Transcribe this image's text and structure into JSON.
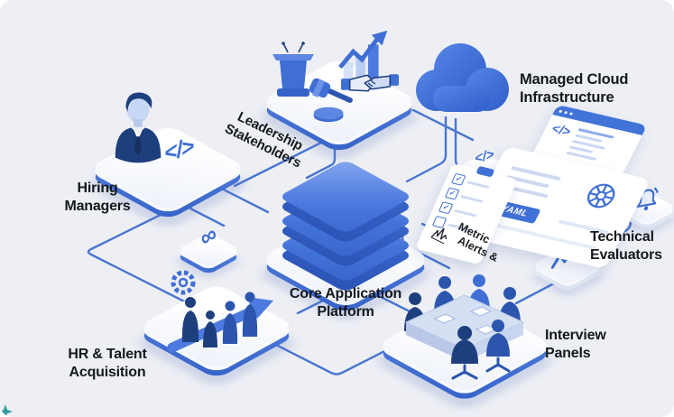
{
  "canvas": {
    "background": "#edeff4"
  },
  "colors": {
    "accent": "#3f6fd4",
    "accent_dark": "#2b54b6",
    "accent_light": "#c9d7f1",
    "navy": "#1e3f7e",
    "connector_line": "#4a76d2",
    "text": "#15181c",
    "sparkle": "#2f9f9f"
  },
  "labels": {
    "hiring": "Hiring Managers",
    "leadership": "Leadership Stakeholders",
    "cloud": "Managed Cloud Infrastructure",
    "core": "Core Application Platform",
    "hr": "HR & Talent Acquisition",
    "interview": "Interview Panels",
    "technical": "Technical Evaluators",
    "metric_line1": "Metric",
    "metric_line2": "Alerts &",
    "yaml_badge": "YAML"
  },
  "glyphs": {
    "code": "</>",
    "infinity": "∞"
  },
  "icons": [
    "developer-bust-icon",
    "code-brackets-icon",
    "podium-icon",
    "gavel-icon",
    "growth-chart-icon",
    "handshake-icon",
    "cloud-icon",
    "layer-stack-icon",
    "infinity-icon",
    "gear-team-arrow-icon",
    "meeting-table-icon",
    "clipboard-checklist-icon",
    "code-window-icon",
    "kubernetes-wheel-icon",
    "bell-icon",
    "pulse-line-icon",
    "sketch-chart-icon",
    "sparkle-icon"
  ]
}
